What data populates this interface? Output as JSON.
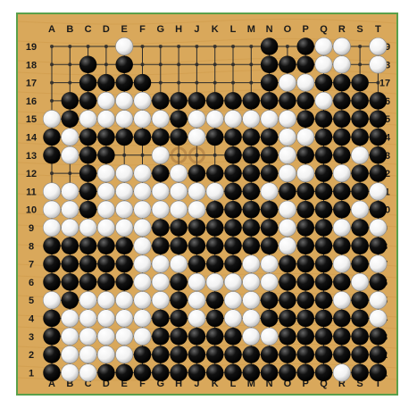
{
  "board": {
    "size": 19,
    "columns": [
      "A",
      "B",
      "C",
      "D",
      "E",
      "F",
      "G",
      "H",
      "J",
      "K",
      "L",
      "M",
      "N",
      "O",
      "P",
      "Q",
      "R",
      "S",
      "T"
    ],
    "rows": [
      "19",
      "18",
      "17",
      "16",
      "15",
      "14",
      "13",
      "12",
      "11",
      "10",
      "9",
      "8",
      "7",
      "6",
      "5",
      "4",
      "3",
      "2",
      "1"
    ],
    "colors": {
      "wood": "#d9a85b",
      "grain": "#c8923f",
      "frame": "#5aa04a",
      "line": "#2b2b2b",
      "black_stone": "#111111",
      "white_stone": "#f2f2f2",
      "highlight": "#8a5a2a",
      "label": "#1a1a1a"
    },
    "rows_state": [
      "....w.......b.bww.w",
      "..b.b.......bbbww.w",
      "..bbbb......bwwbbb.",
      ".bbwwwbbbbbbbbbwbbb",
      "wbwwwwwbwwwwwwbbbbb",
      "bwbbbbbbwbbbbwwbbbb",
      "bwbb..w...bbbwbbbwb",
      "..bwwwbwbbbbbwwbwbb",
      "wwbwwwwwwwbbwbbbbbw",
      "wwbwwwwwwbbbbwbbbwb",
      "wwwwwwbbbbbbbwbbwbw",
      "bbbbbwbbbbbbbwbbbbb",
      "bbbbbwwwbbbwwbbbwbw",
      "bbbbbwwbwwwwwbbbbwb",
      "wbwwwwwbwbwwbbbbwbw",
      "bwwwwwbbwbwwbbbbbbw",
      "bwwwwwbbbbbwwbbbbbb",
      "bwwwwbbbbbbbbbbbbbb",
      "bwwbbbbbbbbbbbbbwbb"
    ]
  }
}
